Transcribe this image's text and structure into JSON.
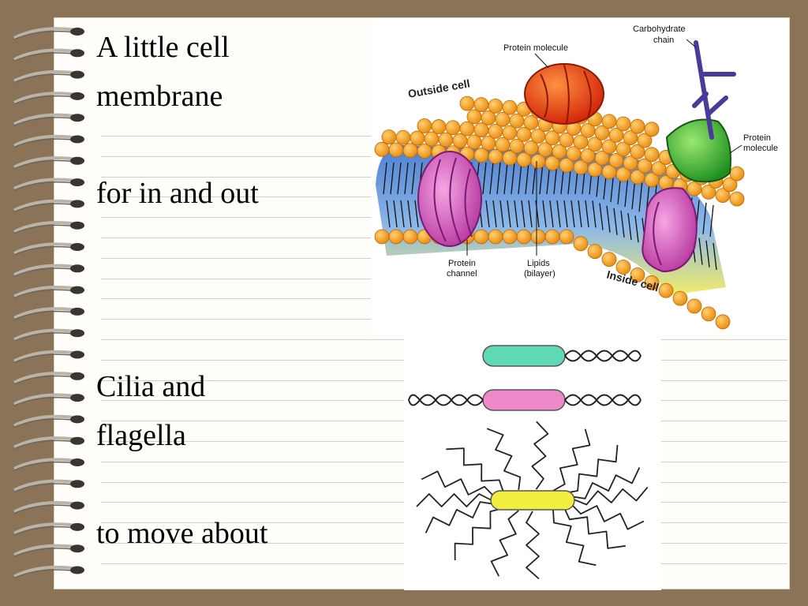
{
  "slide": {
    "heading_line1": "A little cell",
    "heading_line2": "membrane",
    "caption1": "for in and out",
    "heading2_line1": "Cilia and",
    "heading2_line2": "flagella",
    "caption2": "to move about"
  },
  "membrane_diagram": {
    "label_carbohydrate": "Carbohydrate",
    "label_carbohydrate2": "chain",
    "label_protein_top": "Protein molecule",
    "label_outside": "Outside cell",
    "label_protein_right1": "Protein",
    "label_protein_right2": "molecule",
    "label_channel1": "Protein",
    "label_channel2": "channel",
    "label_lipids1": "Lipids",
    "label_lipids2": "(bilayer)",
    "label_inside": "Inside cell"
  },
  "colors": {
    "background": "#8b7358",
    "paper": "#fffefa",
    "lipid_heads": "#f5a020",
    "channel": "#cc44b8",
    "protein_top": "#e84010",
    "protein_right": "#3cb83a",
    "carbohydrate": "#4a3a9a",
    "cilia_body": "#5fd9b6",
    "flagella_body": "#ee88c8",
    "bacterium_body": "#f2ee40"
  }
}
